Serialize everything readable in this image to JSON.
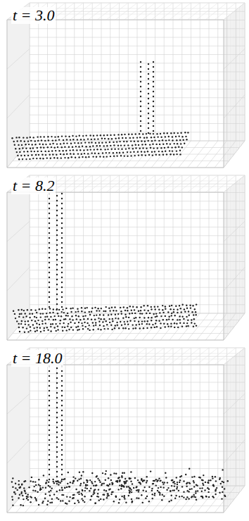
{
  "diagram": {
    "labels": [
      "t = 3.0",
      "t = 8.2",
      "t = 18.0"
    ]
  }
}
